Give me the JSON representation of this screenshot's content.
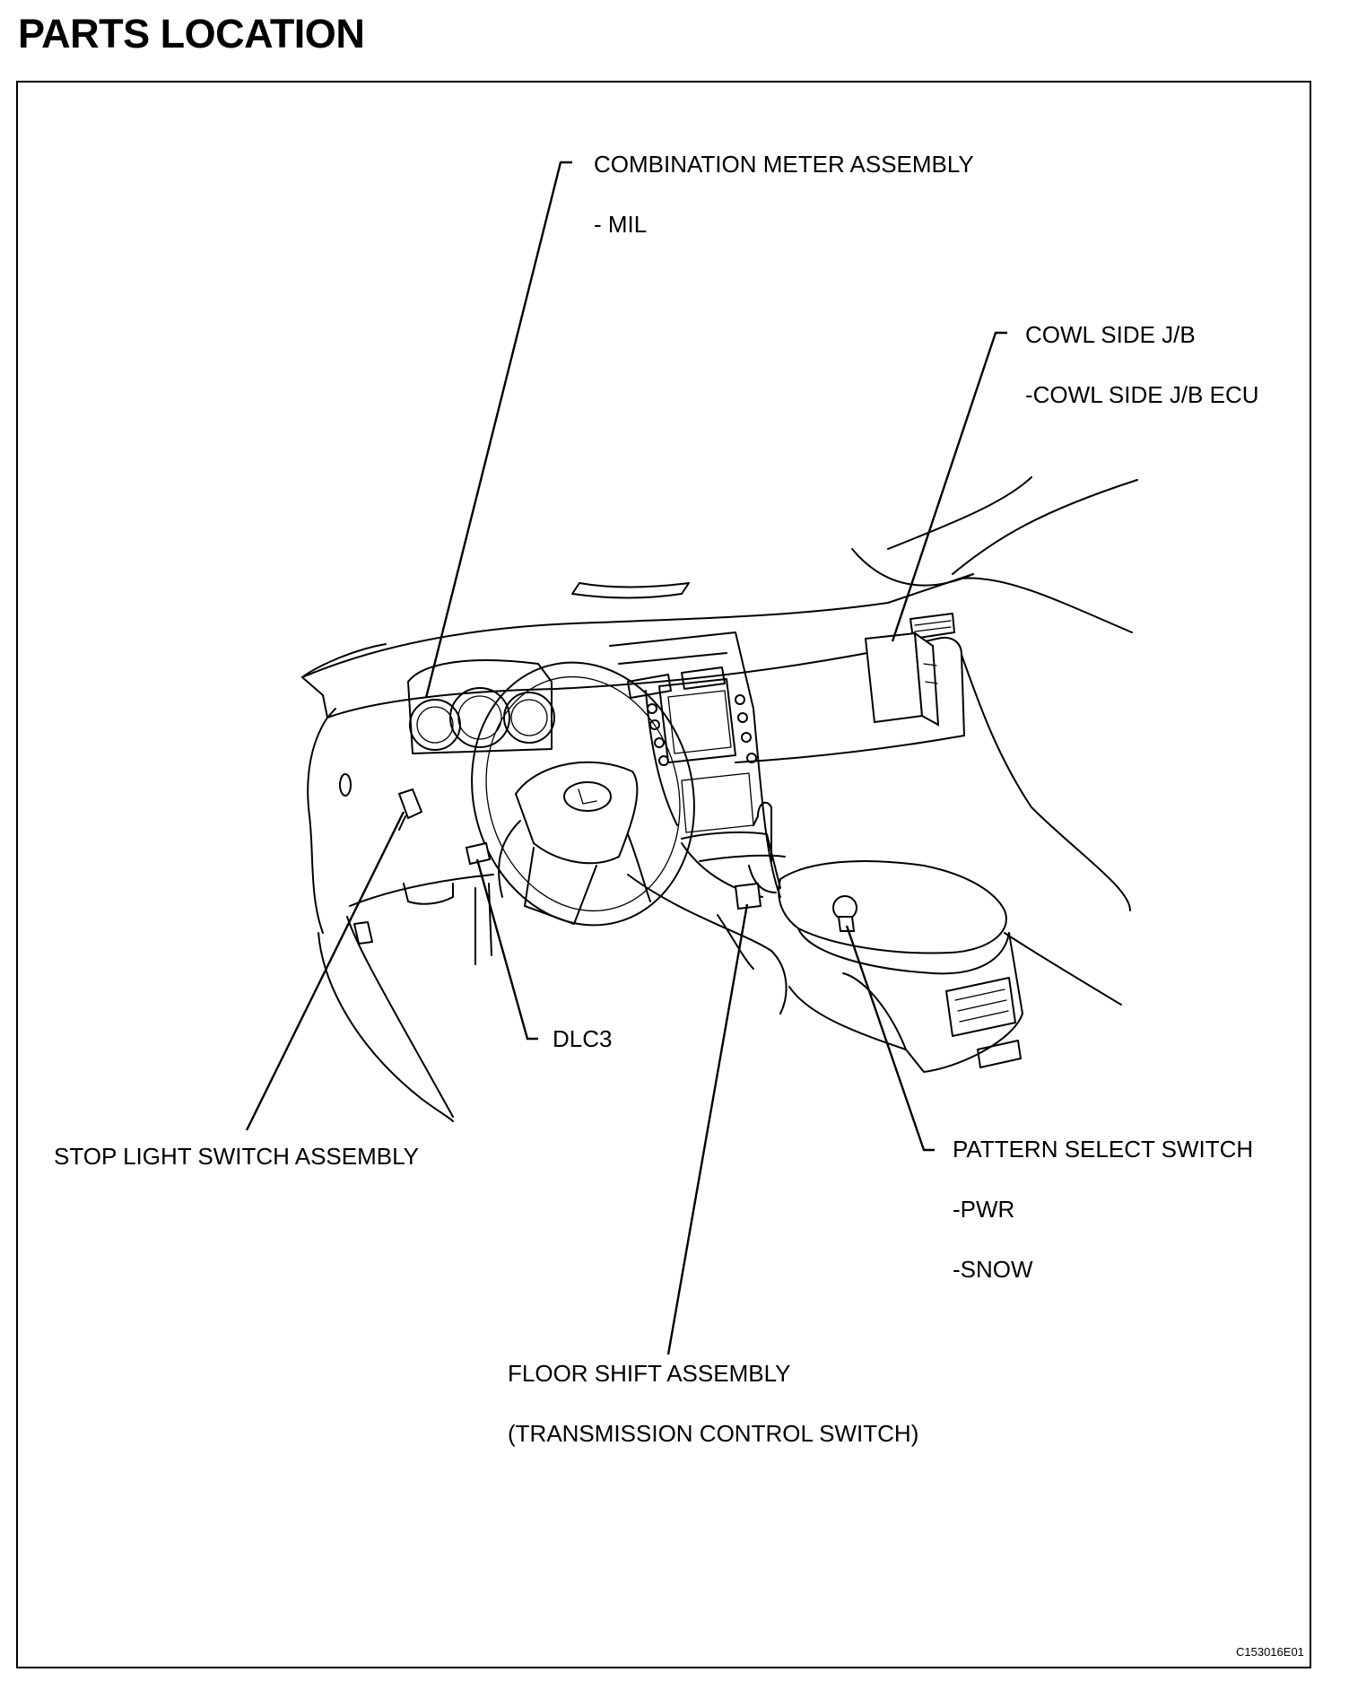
{
  "title": "PARTS LOCATION",
  "labels": {
    "combination_meter": "COMBINATION METER ASSEMBLY",
    "combination_meter_mil": "- MIL",
    "cowl_side_jb": "COWL SIDE J/B",
    "cowl_side_jb_ecu": "-COWL SIDE J/B ECU",
    "dlc3": "DLC3",
    "stop_light_switch": "STOP LIGHT SWITCH ASSEMBLY",
    "pattern_select_switch": "PATTERN SELECT SWITCH",
    "pattern_pwr": "-PWR",
    "pattern_snow": "-SNOW",
    "floor_shift": "FLOOR SHIFT ASSEMBLY",
    "floor_shift_sub": "(TRANSMISSION CONTROL SWITCH)"
  },
  "figure_code": "C153016E01"
}
